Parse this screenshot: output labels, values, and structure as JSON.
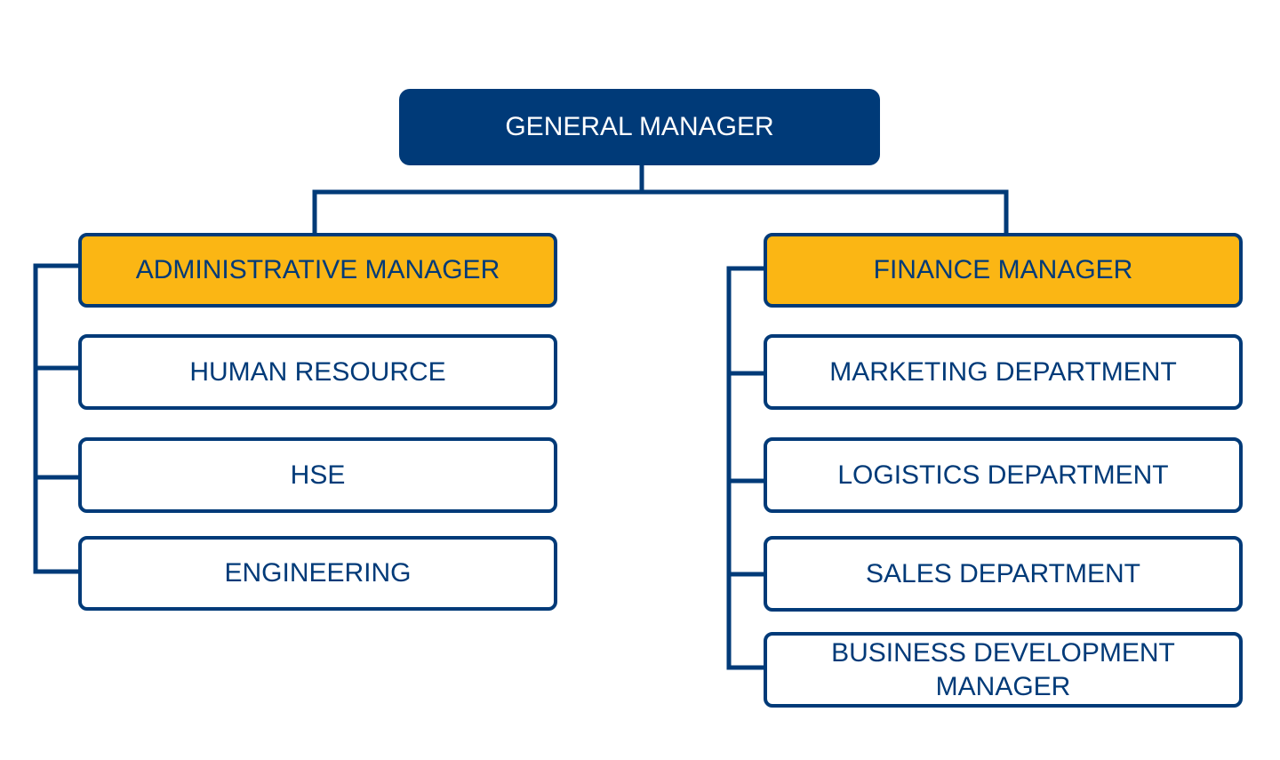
{
  "colors": {
    "primary": "#003a78",
    "accent": "#fbb614",
    "background": "#ffffff"
  },
  "org": {
    "root": {
      "label": "GENERAL MANAGER"
    },
    "branches": [
      {
        "manager": "ADMINISTRATIVE MANAGER",
        "departments": [
          "HUMAN RESOURCE",
          "HSE",
          "ENGINEERING"
        ]
      },
      {
        "manager": "FINANCE MANAGER",
        "departments": [
          "MARKETING DEPARTMENT",
          "LOGISTICS DEPARTMENT",
          "SALES DEPARTMENT",
          "BUSINESS DEVELOPMENT MANAGER"
        ]
      }
    ]
  }
}
